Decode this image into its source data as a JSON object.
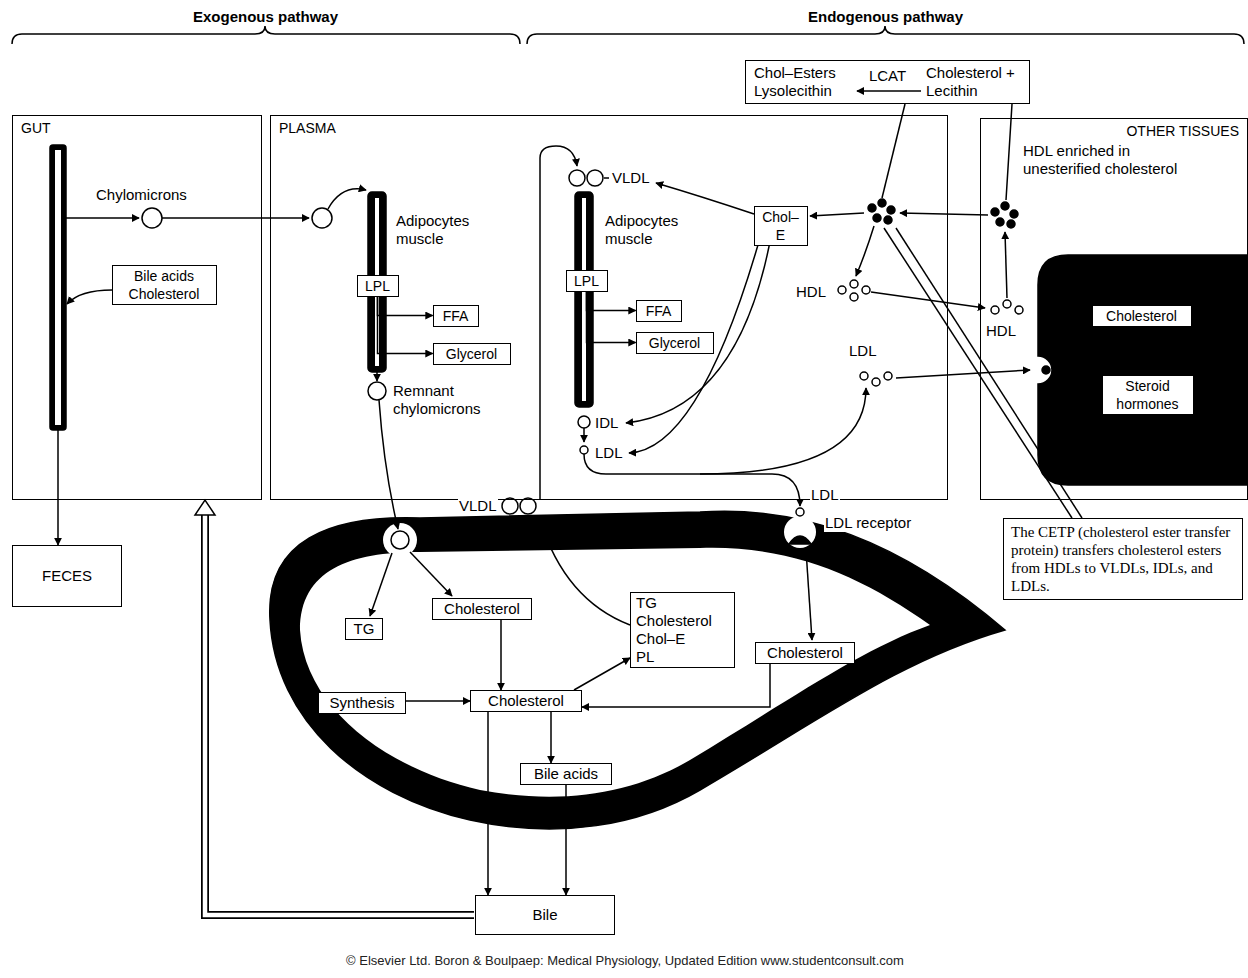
{
  "diagram": {
    "nodes": [
      {
        "text": [
          "GUT"
        ]
      },
      {
        "text": [
          "Bile acids Cholesterol"
        ],
        "in": 0
      },
      {
        "text": [
          "PLASMA"
        ]
      },
      {
        "text": [
          "LPL"
        ],
        "in": 2
      },
      {
        "text": [
          "FFA"
        ],
        "in": 2
      },
      {
        "text": [
          "Glycerol"
        ],
        "in": 2
      },
      {
        "text": [
          "LPL"
        ],
        "in": 2
      },
      {
        "text": [
          "FFA"
        ],
        "in": 2
      },
      {
        "text": [
          "Glycerol"
        ],
        "in": 2
      },
      {
        "text": [
          "Chol–E"
        ],
        "in": 2
      },
      {
        "text": [
          "Chol–Esters Lysolecithin",
          "LCAT",
          "Cholesterol + Lecithin"
        ]
      },
      {
        "text": [
          "OTHER TISSUES"
        ]
      },
      {
        "text": [
          "Cholesterol"
        ],
        "in": 11
      },
      {
        "text": [
          "Steroid hormones"
        ],
        "in": 11
      },
      {
        "text": [
          "FECES"
        ]
      },
      {
        "text": [
          "The CETP (cholesterol ester transfer protein) transfers cholesterol esters from HDLs to VLDLs, IDLs, and LDLs."
        ]
      },
      {
        "text": [
          "TG"
        ]
      },
      {
        "text": [
          "Cholesterol"
        ]
      },
      {
        "text": [
          "Synthesis"
        ]
      },
      {
        "text": [
          "Cholesterol"
        ]
      },
      {
        "text": [
          "TG",
          "Cholesterol",
          "Chol–E",
          "PL"
        ]
      },
      {
        "text": [
          "Cholesterol"
        ]
      },
      {
        "text": [
          "Bile acids"
        ]
      },
      {
        "text": [
          "Bile"
        ]
      }
    ],
    "edges": [
      {
        "from": 0,
        "to": 14,
        "arrow": "to"
      },
      {
        "from": 3,
        "to": 4,
        "arrow": "to"
      },
      {
        "from": 3,
        "to": 5,
        "arrow": "to"
      },
      {
        "from": 6,
        "to": 7,
        "arrow": "to"
      },
      {
        "from": 6,
        "to": 8,
        "arrow": "to"
      },
      {
        "from": 17,
        "to": 19,
        "arrow": "to"
      },
      {
        "from": 18,
        "to": 19,
        "arrow": "to"
      },
      {
        "from": 19,
        "to": 20,
        "arrow": "to"
      },
      {
        "from": 19,
        "to": 22,
        "arrow": "to"
      },
      {
        "from": 19,
        "to": 23,
        "arrow": "to"
      },
      {
        "from": 22,
        "to": 23,
        "arrow": "to"
      },
      {
        "from": 21,
        "to": 19,
        "arrow": "to"
      },
      {
        "from": 23,
        "to": 0,
        "arrow": "to"
      }
    ],
    "labels": [
      "Exogenous pathway",
      "Endogenous pathway",
      "Chylomicrons",
      "Adipocytes muscle",
      "Remnant chylomicrons",
      "VLDL",
      "Adipocytes muscle",
      "HDL enriched in unesterified cholesterol",
      "HDL",
      "LDL",
      "HDL",
      "IDL",
      "LDL",
      "VLDL",
      "LDL",
      "LDL receptor",
      "© Elsevier Ltd. Boron & Boulpaep: Medical Physiology, Updated Edition www.studentconsult.com"
    ]
  }
}
